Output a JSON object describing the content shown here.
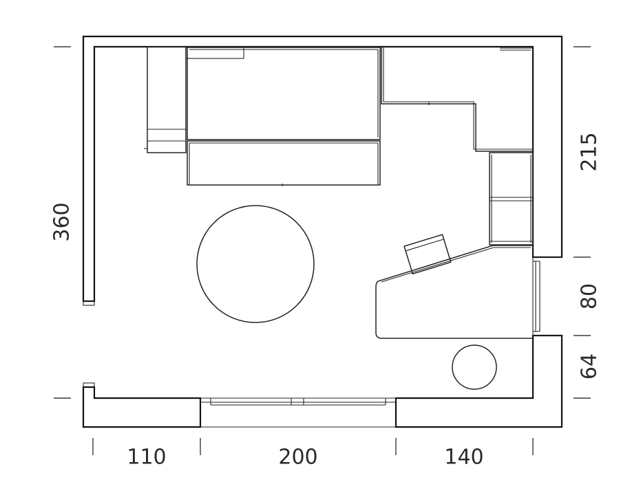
{
  "dimensions": {
    "left_height": "360",
    "right_top": "215",
    "right_middle": "80",
    "right_bottom": "64",
    "bottom_left": "110",
    "bottom_middle": "200",
    "bottom_right": "140"
  }
}
